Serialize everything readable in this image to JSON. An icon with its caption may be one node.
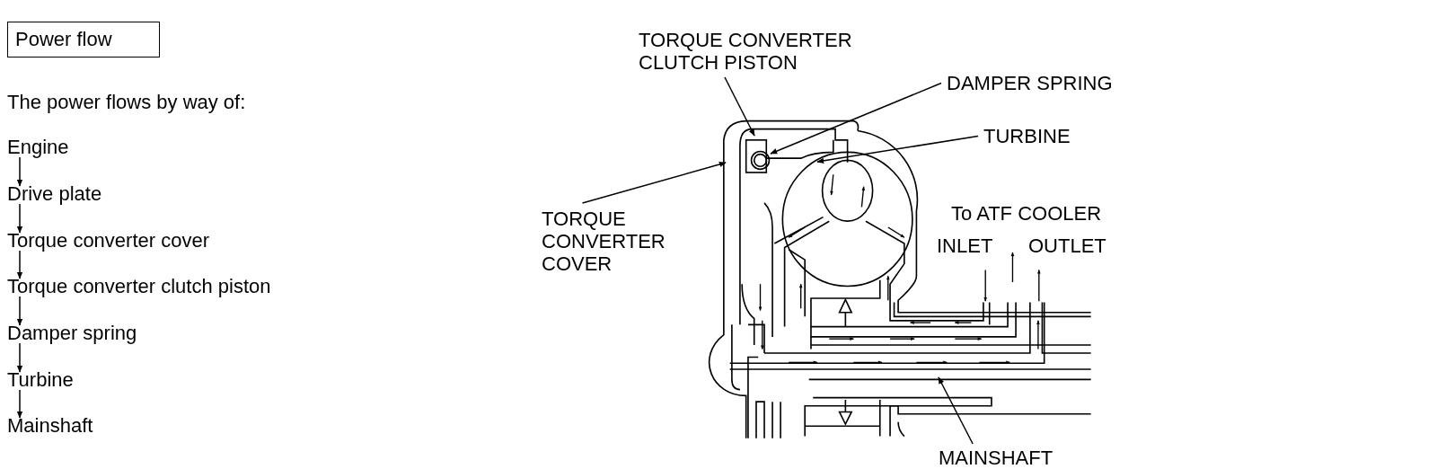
{
  "diagram": {
    "title": "Power flow",
    "nodes": [
      {
        "text": [
          "Engine"
        ]
      },
      {
        "text": [
          "Drive plate"
        ]
      },
      {
        "text": [
          "Torque converter cover"
        ]
      },
      {
        "text": [
          "Torque converter clutch piston"
        ]
      },
      {
        "text": [
          "Damper spring"
        ]
      },
      {
        "text": [
          "Turbine"
        ]
      },
      {
        "text": [
          "Mainshaft"
        ]
      },
      {
        "text": [
          "TORQUE CONVERTER CLUTCH PISTON"
        ]
      },
      {
        "text": [
          "DAMPER SPRING"
        ]
      },
      {
        "text": [
          "TURBINE"
        ]
      },
      {
        "text": [
          "TORQUE CONVERTER COVER"
        ]
      },
      {
        "text": [
          "MAINSHAFT"
        ]
      }
    ],
    "edges": [
      {
        "from": 0,
        "to": 1,
        "arrow": "to"
      },
      {
        "from": 1,
        "to": 2,
        "arrow": "to"
      },
      {
        "from": 2,
        "to": 3,
        "arrow": "to"
      },
      {
        "from": 3,
        "to": 4,
        "arrow": "to"
      },
      {
        "from": 4,
        "to": 5,
        "arrow": "to"
      },
      {
        "from": 5,
        "to": 6,
        "arrow": "to"
      },
      {
        "from": 7,
        "to": null,
        "arrow": "to"
      },
      {
        "from": 8,
        "to": null,
        "arrow": "to"
      },
      {
        "from": 9,
        "to": null,
        "arrow": "to"
      },
      {
        "from": 10,
        "to": null,
        "arrow": "to"
      },
      {
        "from": 11,
        "to": null,
        "arrow": "to"
      }
    ],
    "labels": [
      "The power flows by way of:",
      "To ATF COOLER",
      "INLET",
      "OUTLET"
    ]
  }
}
